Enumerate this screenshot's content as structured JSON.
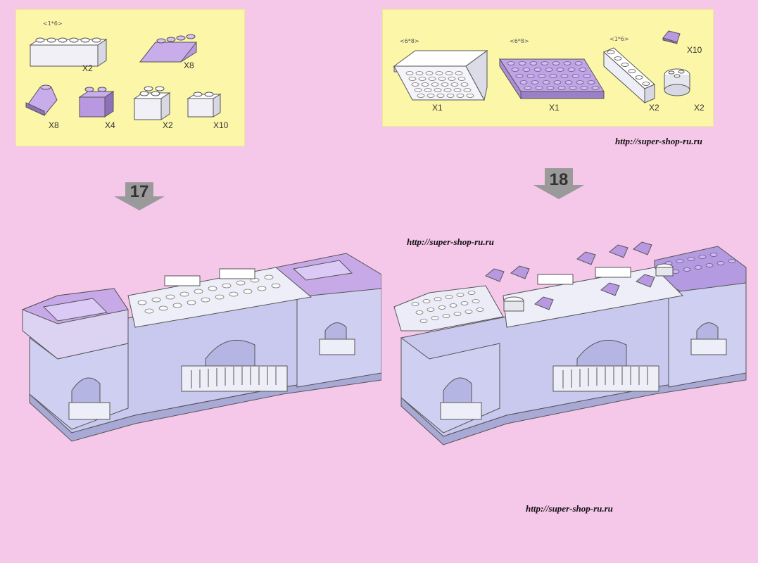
{
  "parts_left": {
    "items": [
      {
        "dim": "<1*6>",
        "qty": "X2",
        "icon": "white-brick-1x6"
      },
      {
        "dim": "",
        "qty": "X8",
        "icon": "lilac-slope-2x4"
      },
      {
        "dim": "",
        "qty": "X8",
        "icon": "lilac-corner-slope"
      },
      {
        "dim": "",
        "qty": "X4",
        "icon": "lilac-slope-2x2"
      },
      {
        "dim": "",
        "qty": "X2",
        "icon": "white-brick-2x2"
      },
      {
        "dim": "",
        "qty": "X10",
        "icon": "white-brick-1x2"
      }
    ]
  },
  "parts_right": {
    "items": [
      {
        "dim": "<6*8>",
        "qty": "X1",
        "icon": "white-plate-6x8"
      },
      {
        "dim": "<6*8>",
        "qty": "X1",
        "icon": "lilac-plate-6x8"
      },
      {
        "dim": "<1*6>",
        "qty": "X2",
        "icon": "white-brick-1x6"
      },
      {
        "dim": "",
        "qty": "X10",
        "icon": "lilac-slope-1x1"
      },
      {
        "dim": "",
        "qty": "X2",
        "icon": "white-round-brick-2x2"
      }
    ]
  },
  "steps": [
    {
      "number": "17"
    },
    {
      "number": "18"
    }
  ],
  "urls": {
    "top_right": "http://super-shop-ru.ru",
    "middle": "http://super-shop-ru.ru",
    "bottom": "http://super-shop-ru.ru"
  },
  "colors": {
    "background": "#f5c7e9",
    "parts_box": "#fbf6a8",
    "wall": "#c9c9ef",
    "lilac": "#b898e0",
    "white_brick": "#f2f2f8"
  }
}
